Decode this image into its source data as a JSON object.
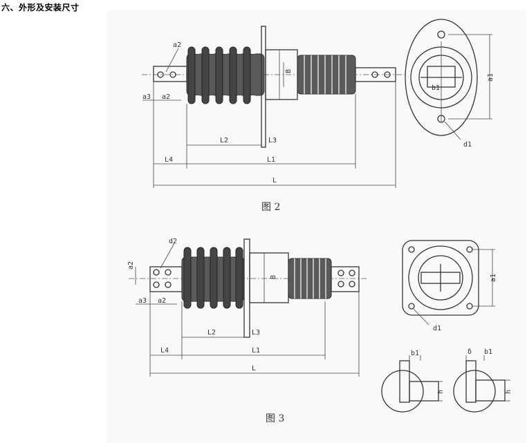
{
  "heading": "六、外形及安装尺寸",
  "fig2": {
    "caption": "图 2",
    "labels": {
      "a2_top": "a2",
      "a3": "a3",
      "a2": "a2",
      "B": "B",
      "L2": "L2",
      "L3": "L3",
      "L4": "L4",
      "L1": "L1",
      "L": "L",
      "a1": "a1",
      "b1": "b1",
      "d1": "d1"
    }
  },
  "fig3": {
    "caption": "图 3",
    "labels": {
      "d2": "d2",
      "a2_left": "a2",
      "a3": "a3",
      "a2": "a2",
      "B": "B",
      "L2": "L2",
      "L3": "L3",
      "L4": "L4",
      "L1": "L1",
      "L": "L",
      "a1": "a1",
      "d1": "d1",
      "b1_a": "b1",
      "h_a": "h",
      "delta": "δ",
      "b1_b": "b1",
      "h_b": "h"
    }
  }
}
